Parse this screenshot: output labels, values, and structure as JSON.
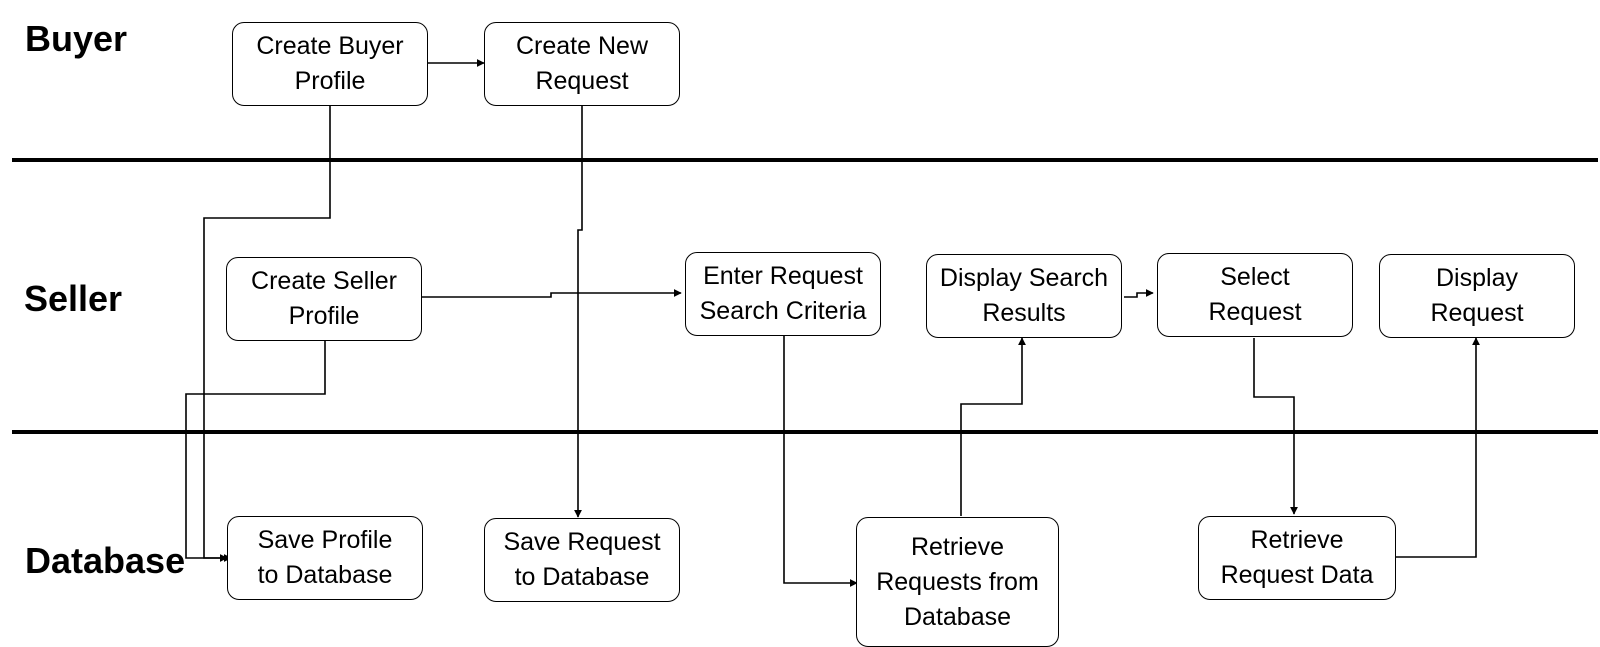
{
  "lanes": {
    "buyer": "Buyer",
    "seller": "Seller",
    "database": "Database"
  },
  "nodes": {
    "create_buyer_profile": "Create Buyer Profile",
    "create_new_request": "Create New Request",
    "create_seller_profile": "Create Seller Profile",
    "enter_request_search_criteria": "Enter Request Search Criteria",
    "display_search_results": "Display Search Results",
    "select_request": "Select Request",
    "display_request": "Display Request",
    "save_profile_to_database": "Save Profile to Database",
    "save_request_to_database": "Save Request to Database",
    "retrieve_requests_from_database": "Retrieve Requests from Database",
    "retrieve_request_data": "Retrieve Request Data"
  },
  "colors": {
    "line": "#000000",
    "background": "#ffffff"
  }
}
